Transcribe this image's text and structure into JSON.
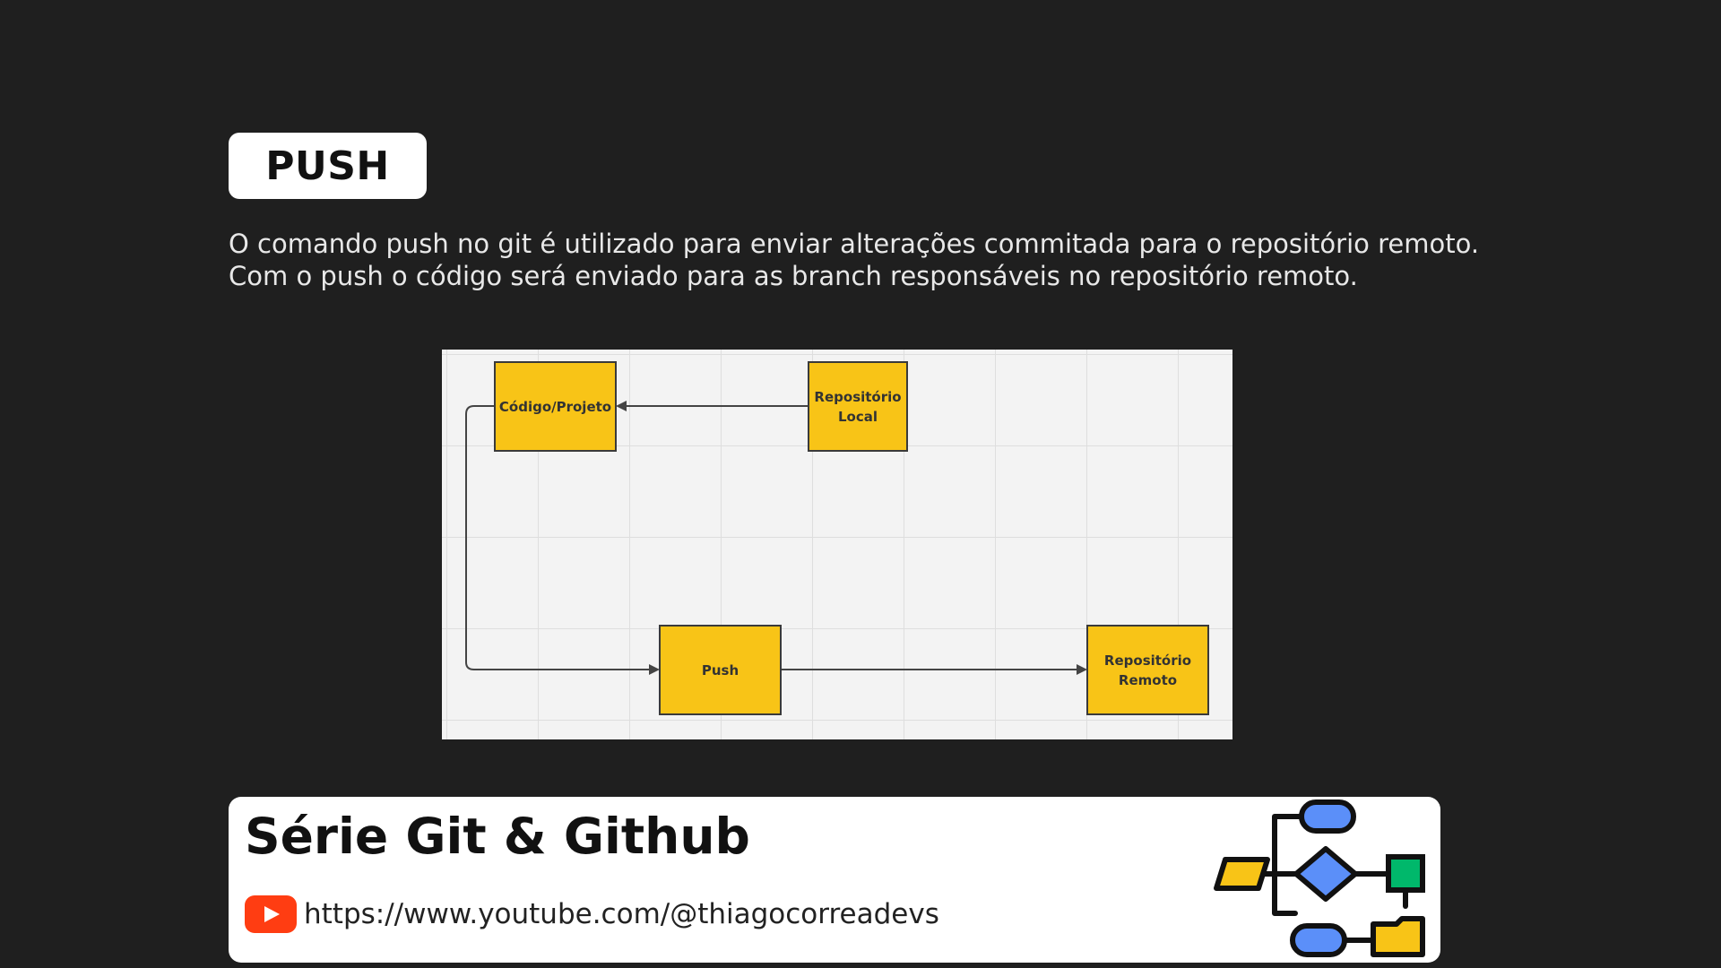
{
  "slide": {
    "title": "PUSH",
    "description_lines": [
      "O comando push no git é utilizado para enviar alterações commitada para o repositório remoto.",
      "Com o push o código será enviado para as branch responsáveis no repositório remoto."
    ]
  },
  "diagram": {
    "nodes": {
      "codigo": {
        "label": "Código/Projeto"
      },
      "repo_local": {
        "line1": "Repositório",
        "line2": "Local"
      },
      "push": {
        "label": "Push"
      },
      "repo_remoto": {
        "line1": "Repositório",
        "line2": "Remoto"
      }
    },
    "edges": [
      {
        "from": "Repositório Local",
        "to": "Código/Projeto"
      },
      {
        "from": "Código/Projeto",
        "to": "Push"
      },
      {
        "from": "Push",
        "to": "Repositório Remoto"
      }
    ],
    "colors": {
      "node_fill": "#f8c417",
      "node_border": "#3a3a3a",
      "edge": "#444444",
      "canvas": "#f3f3f3"
    }
  },
  "footer": {
    "series_title": "Série Git & Github",
    "youtube_url": "https://www.youtube.com/@thiagocorreadevs",
    "youtube_color": "#ff3d12",
    "logo_colors": {
      "blue": "#5b8ff9",
      "yellow": "#f8c417",
      "green": "#00b86b",
      "outline": "#111111"
    }
  }
}
